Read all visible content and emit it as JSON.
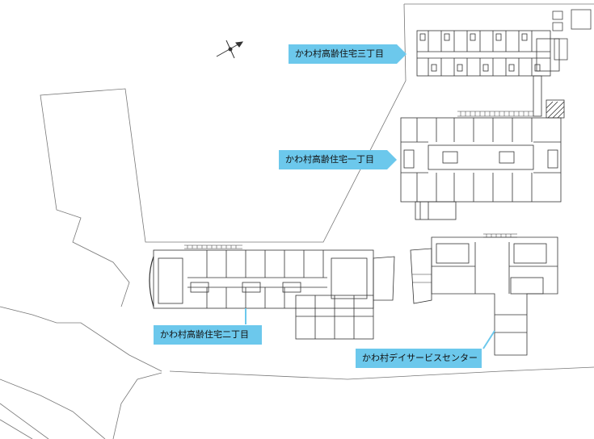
{
  "labels": {
    "housing_3": "かわ村高齢住宅三丁目",
    "housing_1": "かわ村高齢住宅一丁目",
    "housing_2": "かわ村高齢住宅二丁目",
    "day_service": "かわ村デイサービスセンター"
  },
  "colors": {
    "label_bg": "#6cc8ec",
    "line": "#555555",
    "wall": "#333333"
  },
  "icons": {
    "compass": "compass-rose-icon"
  }
}
